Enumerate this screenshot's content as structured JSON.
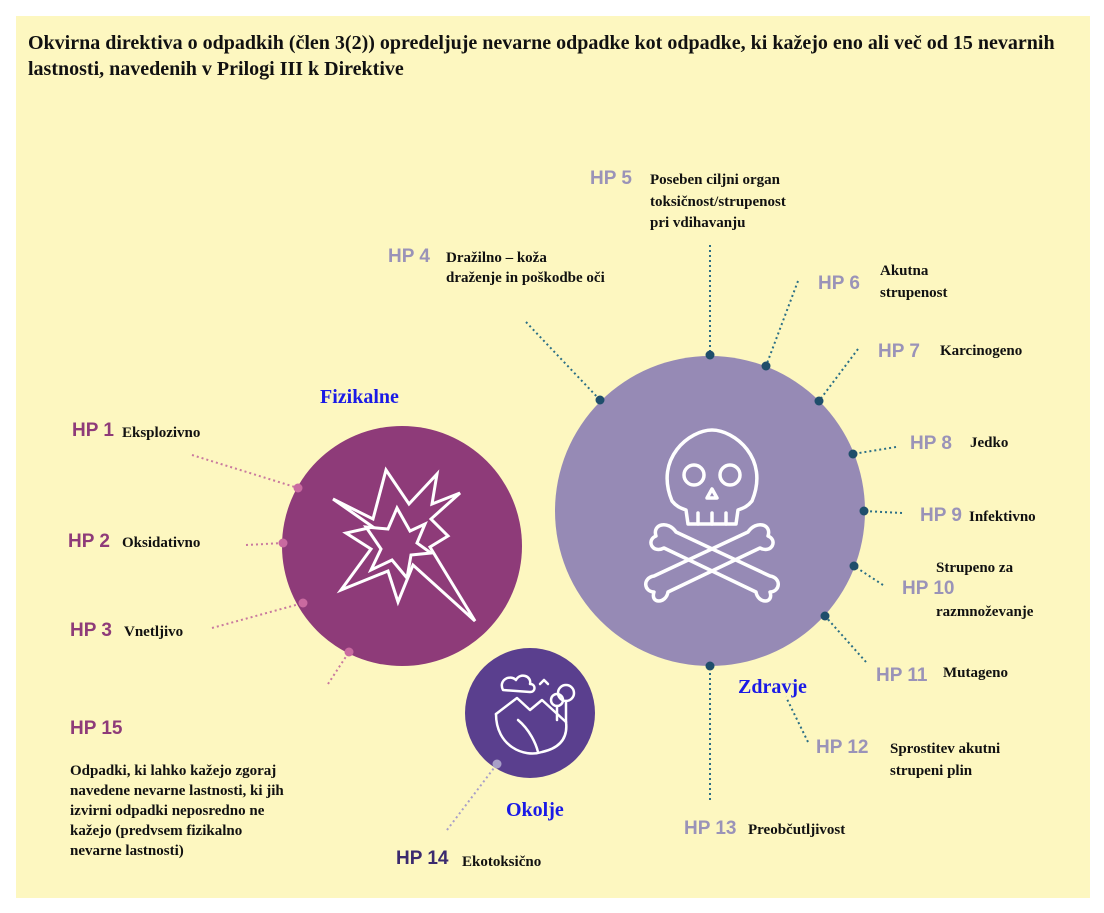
{
  "title": "Okvirna direktiva o odpadkih (člen 3(2)) opredeljuje nevarne odpadke kot odpadke, ki kažejo eno ali več od 15 nevarnih lastnosti, navedenih v Prilogi III k Direktive",
  "colors": {
    "background": "#fdf7c0",
    "physical_circle": "#8e3b79",
    "health_circle": "#968ab5",
    "environment_circle": "#5a3f8e",
    "category_label": "#1a1ae6",
    "code_purple": "#8e3b79",
    "code_gray": "#9a93b8"
  },
  "categories": {
    "physical": "Fizikalne",
    "health": "Zdravje",
    "environment": "Okolje"
  },
  "icons": {
    "physical": "explosion-icon",
    "health": "skull-crossbones-icon",
    "environment": "landscape-icon"
  },
  "properties": [
    {
      "code": "HP 1",
      "name": "Eksplozivno"
    },
    {
      "code": "HP 2",
      "name": "Oksidativno"
    },
    {
      "code": "HP 3",
      "name": "Vnetljivo"
    },
    {
      "code": "HP 4",
      "name": "Dražilno – koža",
      "name2": "draženje in poškodbe oči"
    },
    {
      "code": "HP 5",
      "name": "Poseben ciljni organ",
      "name2": "toksičnost/strupenost",
      "name3": "pri vdihavanju"
    },
    {
      "code": "HP 6",
      "name": "Akutna",
      "name2": "strupenost"
    },
    {
      "code": "HP 7",
      "name": "Karcinogeno"
    },
    {
      "code": "HP 8",
      "name": "Jedko"
    },
    {
      "code": "HP 9",
      "name": "Infektivno"
    },
    {
      "code": "HP 10",
      "name": "Strupeno za",
      "name2": "razmnoževanje"
    },
    {
      "code": "HP 11",
      "name": "Mutageno"
    },
    {
      "code": "HP 12",
      "name": "Sprostitev akutni",
      "name2": "strupeni plin"
    },
    {
      "code": "HP 13",
      "name": "Preobčutljivost"
    },
    {
      "code": "HP 14",
      "name": "Ekotoksično"
    },
    {
      "code": "HP 15",
      "name": "Odpadki, ki lahko kažejo zgoraj navedene nevarne lastnosti, ki jih izvirni odpadki neposredno ne kažejo (predvsem fizikalno nevarne lastnosti)"
    }
  ]
}
